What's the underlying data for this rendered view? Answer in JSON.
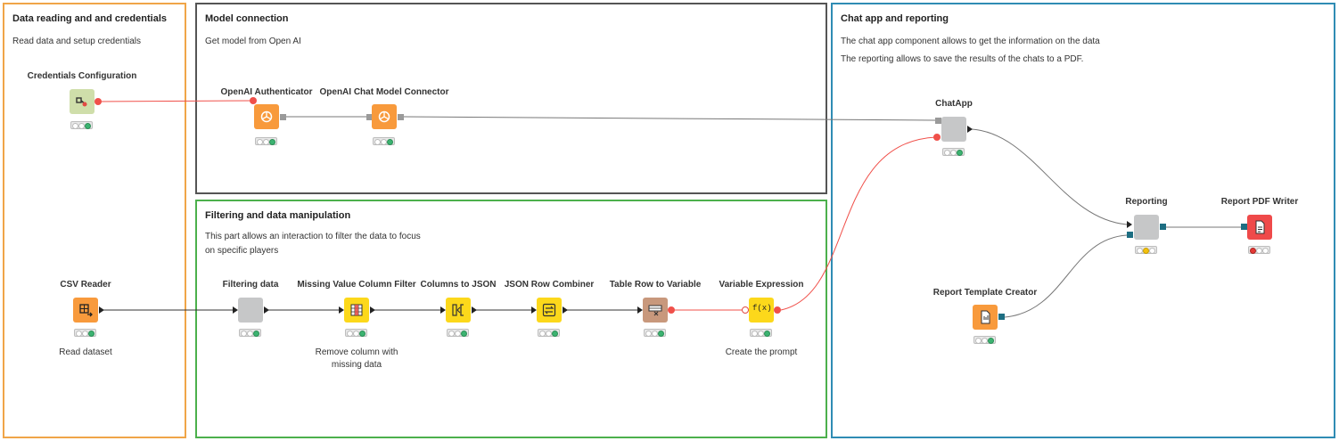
{
  "colors": {
    "orange_node": "#f89a3c",
    "yellow_node": "#fcd81b",
    "grey_node": "#c6c7c8",
    "brown_node": "#c8987c",
    "red_node": "#ef4a4a",
    "green_cred": "#cfdeaa",
    "box_orange": "#f0a548",
    "box_dark": "#555555",
    "box_green": "#4cb04c",
    "box_blue": "#2f8cb4",
    "flow_port": "#f0504a",
    "data_port": "#222222",
    "model_port": "#9a9a9a",
    "report_port": "#1d6e82"
  },
  "annotations": [
    {
      "id": "data",
      "title": "Data reading and and credentials",
      "desc": [
        "Read data and setup credentials"
      ]
    },
    {
      "id": "model",
      "title": "Model connection",
      "desc": [
        "Get model from Open AI"
      ]
    },
    {
      "id": "filter",
      "title": "Filtering and data manipulation",
      "desc": [
        "This part allows an interaction to filter the data to focus",
        "on specific players"
      ]
    },
    {
      "id": "chat",
      "title": "Chat app and reporting",
      "desc": [
        "The chat app component allows to get the information on the data",
        "The reporting allows to save the results of the chats to a PDF."
      ]
    }
  ],
  "nodes": [
    {
      "id": "cred",
      "label": "Credentials Configuration",
      "icon": "credentials-icon",
      "status": "green"
    },
    {
      "id": "csv",
      "label": "CSV Reader",
      "icon": "csv-reader-icon",
      "status": "green",
      "comment": [
        "Read dataset"
      ]
    },
    {
      "id": "auth",
      "label": "OpenAI Authenticator",
      "icon": "openai-icon",
      "status": "green"
    },
    {
      "id": "conn",
      "label": "OpenAI Chat Model Connector",
      "icon": "openai-icon",
      "status": "green"
    },
    {
      "id": "filt",
      "label": "Filtering data",
      "icon": "component-icon",
      "status": "green"
    },
    {
      "id": "mvcf",
      "label": "Missing Value Column Filter",
      "icon": "column-filter-icon",
      "status": "green",
      "comment": [
        "Remove column with",
        "missing data"
      ]
    },
    {
      "id": "c2j",
      "label": "Columns to JSON",
      "icon": "columns-to-json-icon",
      "status": "green"
    },
    {
      "id": "jrc",
      "label": "JSON Row Combiner",
      "icon": "json-combiner-icon",
      "status": "green"
    },
    {
      "id": "tr2v",
      "label": "Table Row to Variable",
      "icon": "row-to-variable-icon",
      "status": "green"
    },
    {
      "id": "vexp",
      "label": "Variable Expression",
      "icon": "expression-icon",
      "glyph": "f(x)",
      "status": "green",
      "comment": [
        "Create the prompt"
      ]
    },
    {
      "id": "chat",
      "label": "ChatApp",
      "icon": "component-icon",
      "status": "green"
    },
    {
      "id": "rep",
      "label": "Reporting",
      "icon": "component-icon",
      "status": "yellow"
    },
    {
      "id": "rtc",
      "label": "Report Template Creator",
      "icon": "report-template-icon",
      "status": "green"
    },
    {
      "id": "pdf",
      "label": "Report PDF Writer",
      "icon": "pdf-writer-icon",
      "status": "red"
    }
  ]
}
